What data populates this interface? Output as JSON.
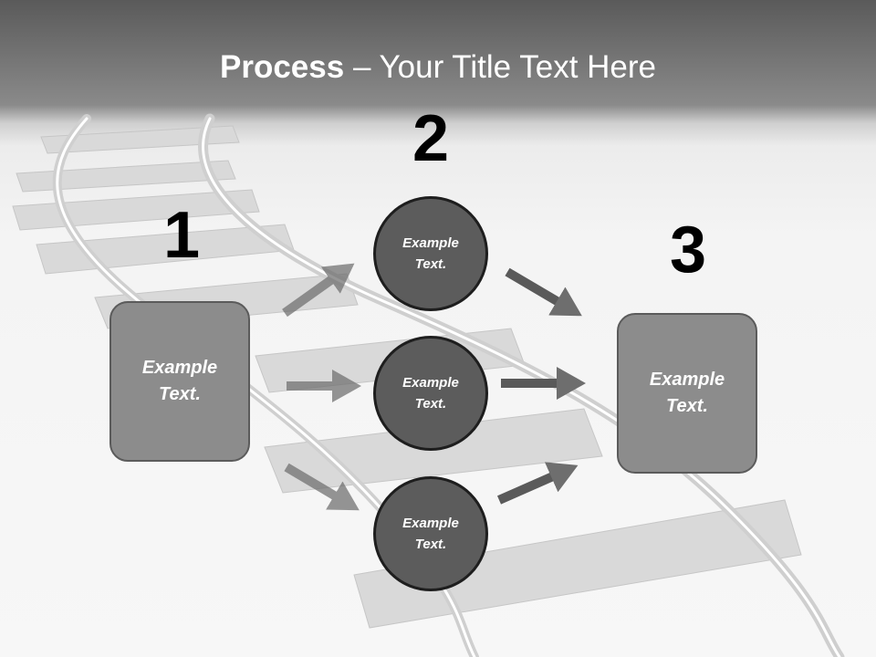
{
  "title": {
    "bold": "Process",
    "dash": " – ",
    "rest": "Your Title Text Here"
  },
  "steps": [
    {
      "number": "1",
      "boxes": [
        {
          "label": "Example\nText."
        }
      ]
    },
    {
      "number": "2",
      "circles": [
        {
          "label": "Example\nText."
        },
        {
          "label": "Example\nText."
        },
        {
          "label": "Example\nText."
        }
      ]
    },
    {
      "number": "3",
      "boxes": [
        {
          "label": "Example\nText."
        }
      ]
    }
  ],
  "colors": {
    "box_fill": "#8c8c8c",
    "circle_fill": "#5c5c5c",
    "arrow": "#6e6e6e"
  }
}
